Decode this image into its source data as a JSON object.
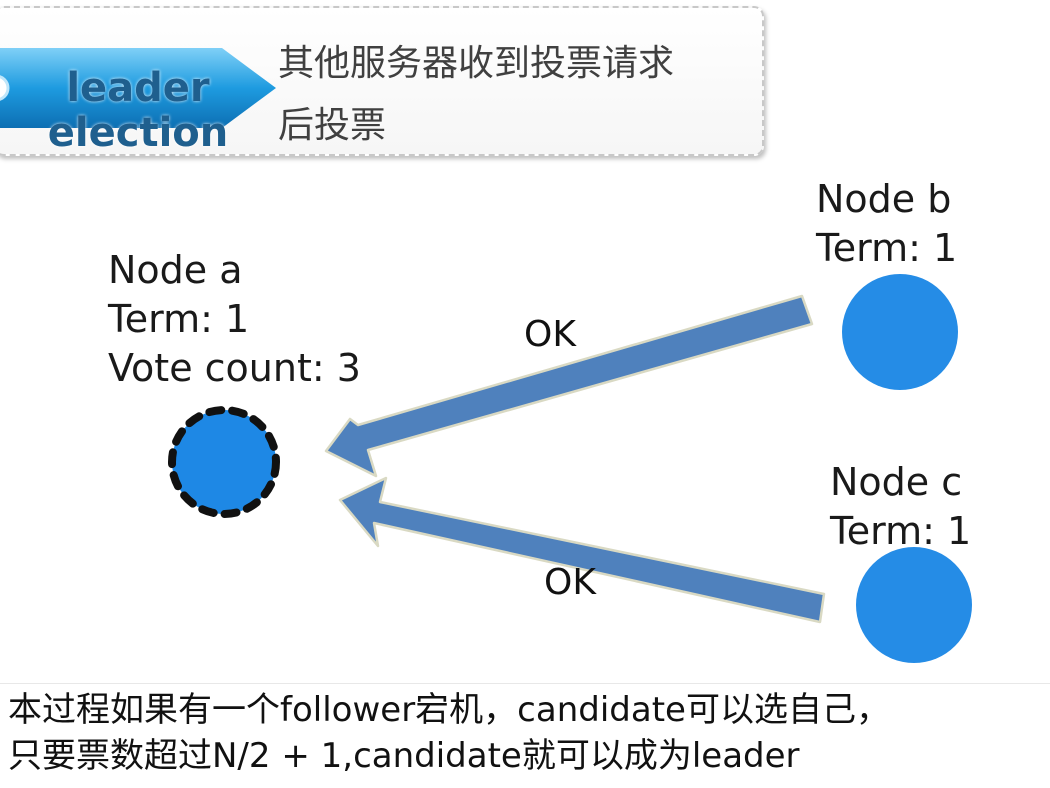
{
  "header": {
    "tag": [
      "leader",
      "election"
    ],
    "title": [
      "其他服务器收到投票请求",
      "后投票"
    ]
  },
  "nodes": {
    "a": {
      "lines": [
        "Node a",
        "Term: 1",
        "Vote count: 3"
      ],
      "state": "candidate"
    },
    "b": {
      "lines": [
        "Node b",
        "Term: 1"
      ],
      "state": "follower"
    },
    "c": {
      "lines": [
        "Node c",
        "Term: 1"
      ],
      "state": "follower"
    }
  },
  "edges": [
    {
      "from": "b",
      "to": "a",
      "label": "OK"
    },
    {
      "from": "c",
      "to": "a",
      "label": "OK"
    }
  ],
  "footer": {
    "lines": [
      "本过程如果有一个follower宕机，candidate可以选自己，",
      "只要票数超过N/2 + 1,candidate就可以成为leader"
    ]
  },
  "colors": {
    "node_fill": "#1e88e5",
    "arrow_fill": "#4f81bd",
    "arrow_stroke": "#d9d9c3",
    "tag_blue": "#1e9be0",
    "tag_text": "#1f5f8e"
  }
}
